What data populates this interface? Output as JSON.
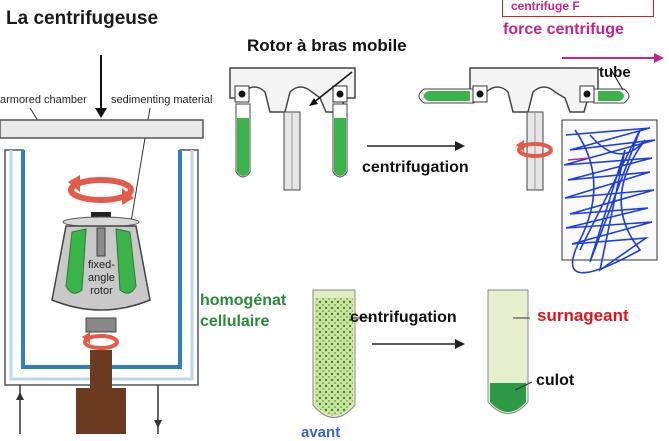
{
  "title": "La centrifugeuse",
  "rotor_title": "Rotor à bras mobile",
  "labels": {
    "armored_chamber": "armored chamber",
    "sedimenting_material": "sedimenting material",
    "fixed_angle_rotor_1": "fixed-",
    "fixed_angle_rotor_2": "angle",
    "fixed_angle_rotor_3": "rotor",
    "centrifugation_top": "centrifugation",
    "centrifugation_bottom": "centrifugation",
    "centrifuge_f": "centrifuge  F",
    "force_centrifuge": "force centrifuge",
    "tube": "tube",
    "homogenat_1": "homogénat",
    "homogenat_2": "cellulaire",
    "surnageant": "surnageant",
    "culot": "culot",
    "avant": "avant"
  },
  "colors": {
    "green_liquid": "#3cb44b",
    "pale_green": "#dfeebf",
    "chamber_blue": "#2d7fc1",
    "brown_shaft": "#6b3a1f",
    "red_arrow": "#e25b4b",
    "magenta": "#c0268c",
    "scribble_blue": "#1d3fd6"
  },
  "icons": [
    "rotation-arrow-icon",
    "down-arrow-icon",
    "right-arrow-icon"
  ]
}
